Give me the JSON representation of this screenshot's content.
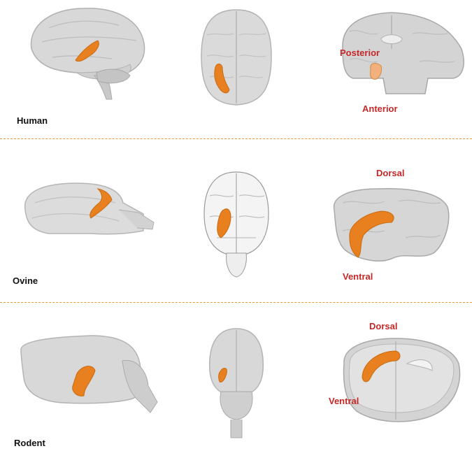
{
  "colors": {
    "highlight": "#e8801f",
    "highlight_light": "#f2b07a",
    "brain_fill": "#d6d6d6",
    "brain_stroke": "#b3b3b3",
    "label_red": "#c62828",
    "divider": "#e39a3a"
  },
  "rows": [
    {
      "species": "Human",
      "labels": {
        "top": "Posterior",
        "bottom": "Anterior"
      }
    },
    {
      "species": "Ovine",
      "labels": {
        "top": "Dorsal",
        "bottom": "Ventral"
      }
    },
    {
      "species": "Rodent",
      "labels": {
        "top": "Dorsal",
        "bottom": "Ventral"
      }
    }
  ]
}
